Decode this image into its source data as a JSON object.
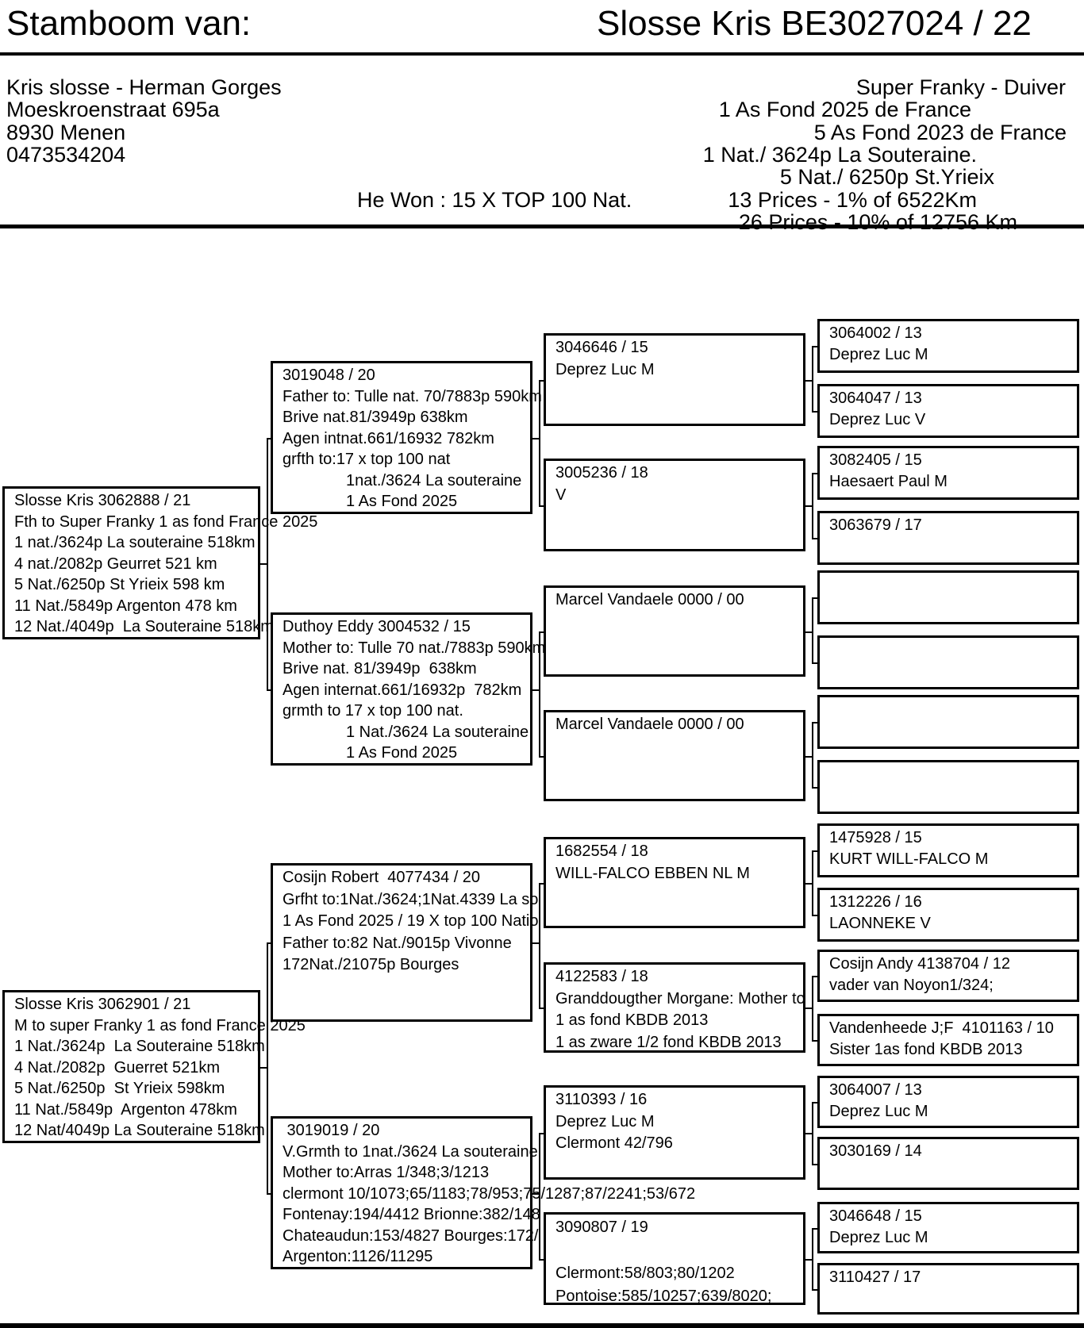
{
  "colors": {
    "ink": "#000000",
    "background": "#ffffff"
  },
  "header": {
    "title_left": "Stamboom van:",
    "title_right": "Slosse Kris BE3027024 / 22",
    "address": [
      "Kris slosse - Herman Gorges",
      "Moeskroenstraat 695a",
      "8930 Menen",
      "0473534204"
    ],
    "achievements": [
      "Super Franky - Duiver",
      "1 As Fond 2025 de France",
      "5 As Fond 2023 de France",
      "1 Nat./ 3624p La Souteraine.",
      "5 Nat./ 6250p St.Yrieix",
      "13 Prices - 1% of 6522Km",
      "26 Prices - 10% of 12756 Km"
    ],
    "he_won": "He Won : 15 X TOP 100 Nat."
  },
  "pedigree": {
    "g1a": {
      "lines": [
        "Slosse Kris 3062888 / 21",
        "Fth to Super Franky 1 as fond France 2025",
        "1 nat./3624p La souteraine 518km",
        "4 nat./2082p Geurret 521 km",
        "5 Nat./6250p St Yrieix 598 km",
        "11 Nat./5849p Argenton 478 km",
        "12 Nat./4049p  La Souteraine 518km"
      ]
    },
    "g1b": {
      "lines": [
        "Slosse Kris 3062901 / 21",
        "M to super Franky 1 as fond France 2025",
        "1 Nat./3624p  La Souteraine 518km",
        "4 Nat./2082p  Guerret 521km",
        "5 Nat./6250p  St Yrieix 598km",
        "11 Nat./5849p  Argenton 478km",
        "12 Nat/4049p La Souteraine 518km"
      ]
    },
    "g2a": {
      "lines": [
        "3019048 / 20",
        "Father to: Tulle nat. 70/7883p 590km",
        "Brive nat.81/3949p 638km",
        "Agen intnat.661/16932 782km",
        "grfth to:17 x top 100 nat",
        "1nat./3624 La souteraine",
        "1 As Fond 2025"
      ]
    },
    "g2b": {
      "lines": [
        "Duthoy Eddy 3004532 / 15",
        "Mother to: Tulle 70 nat./7883p 590km",
        "Brive nat. 81/3949p  638km",
        "Agen internat.661/16932p  782km",
        "grmth to 17 x top 100 nat.",
        "1 Nat./3624 La souteraine",
        "1 As Fond 2025"
      ]
    },
    "g2c": {
      "lines": [
        "Cosijn Robert  4077434 / 20",
        "Grfht to:1Nat./3624;1Nat.4339 La so",
        "1 As Fond 2025 / 19 X top 100 Natio",
        "Father to:82 Nat./9015p Vivonne",
        "172Nat./21075p Bourges"
      ]
    },
    "g2d": {
      "lines": [
        " 3019019 / 20",
        "V.Grmth to 1nat./3624 La souteraine",
        "Mother to:Arras 1/348;3/1213",
        "clermont 10/1073;65/1183;78/953;75/1287;87/2241;53/672",
        "Fontenay:194/4412 Brionne:382/148",
        "Chateaudun:153/4827 Bourges:172/",
        "Argenton:1126/11295"
      ]
    },
    "g3a": {
      "lines": [
        "3046646 / 15",
        "Deprez Luc M"
      ]
    },
    "g3b": {
      "lines": [
        "3005236 / 18",
        "V"
      ]
    },
    "g3c": {
      "lines": [
        "Marcel Vandaele 0000 / 00"
      ]
    },
    "g3d": {
      "lines": [
        "Marcel Vandaele 0000 / 00"
      ]
    },
    "g3e": {
      "lines": [
        "1682554 / 18",
        "WILL-FALCO EBBEN NL M"
      ]
    },
    "g3f": {
      "lines": [
        "4122583 / 18",
        "Granddougther Morgane: Mother to",
        "1 as fond KBDB 2013",
        "1 as zware 1/2 fond KBDB 2013"
      ]
    },
    "g3g": {
      "lines": [
        "3110393 / 16",
        "Deprez Luc M",
        "Clermont 42/796"
      ]
    },
    "g3h": {
      "lines": [
        "3090807 / 19",
        "",
        "Clermont:58/803;80/1202",
        "Pontoise:585/10257;639/8020;"
      ]
    },
    "g4a": {
      "lines": [
        "3064002 / 13",
        "Deprez Luc M"
      ]
    },
    "g4b": {
      "lines": [
        "3064047 / 13",
        "Deprez Luc V"
      ]
    },
    "g4c": {
      "lines": [
        "3082405 / 15",
        "Haesaert Paul M"
      ]
    },
    "g4d": {
      "lines": [
        "3063679 / 17",
        ""
      ]
    },
    "g4e": {
      "lines": [
        "",
        ""
      ]
    },
    "g4f": {
      "lines": [
        "",
        ""
      ]
    },
    "g4g": {
      "lines": [
        "",
        ""
      ]
    },
    "g4h": {
      "lines": [
        "",
        ""
      ]
    },
    "g4i": {
      "lines": [
        "1475928 / 15",
        "KURT WILL-FALCO M"
      ]
    },
    "g4j": {
      "lines": [
        "1312226 / 16",
        "LAONNEKE V"
      ]
    },
    "g4k": {
      "lines": [
        "Cosijn Andy 4138704 / 12",
        "vader van Noyon1/324;"
      ]
    },
    "g4l": {
      "lines": [
        "Vandenheede J;F  4101163 / 10",
        "Sister 1as fond KBDB 2013"
      ]
    },
    "g4m": {
      "lines": [
        "3064007 / 13",
        "Deprez Luc M"
      ]
    },
    "g4n": {
      "lines": [
        "3030169 / 14",
        ""
      ]
    },
    "g4o": {
      "lines": [
        "3046648 / 15",
        "Deprez Luc M"
      ]
    },
    "g4p": {
      "lines": [
        "3110427 / 17",
        ""
      ]
    }
  }
}
